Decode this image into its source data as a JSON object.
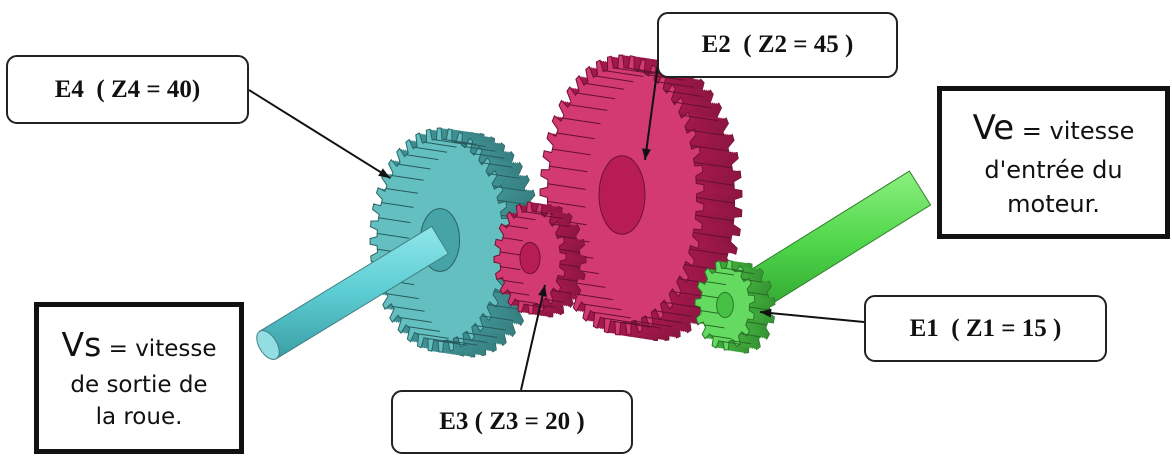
{
  "labels": {
    "e2": "E2  ( Z2 = 45 )",
    "e4": "E4  ( Z4 = 40)",
    "e1": "E1  ( Z1 = 15 )",
    "e3": "E3 ( Z3 = 20 )"
  },
  "notes": {
    "input": {
      "symbol": "Ve",
      "line1": " = vitesse",
      "line2": "d'entrée du",
      "line3": "moteur."
    },
    "output": {
      "symbol": "Vs",
      "line1": " = vitesse",
      "line2": "de sortie de",
      "line3": "la roue."
    }
  },
  "gears": {
    "e1": {
      "teeth": 15,
      "color": "#4fd64a"
    },
    "e2": {
      "teeth": 45,
      "color": "#cc1f5e"
    },
    "e3": {
      "teeth": 20,
      "color": "#cc1f5e"
    },
    "e4": {
      "teeth": 40,
      "color": "#4fb6b8"
    }
  },
  "colors": {
    "input_shaft": "#4fd64a",
    "intermediate_shaft": "#e02c73",
    "output_shaft": "#6fd3d8"
  }
}
